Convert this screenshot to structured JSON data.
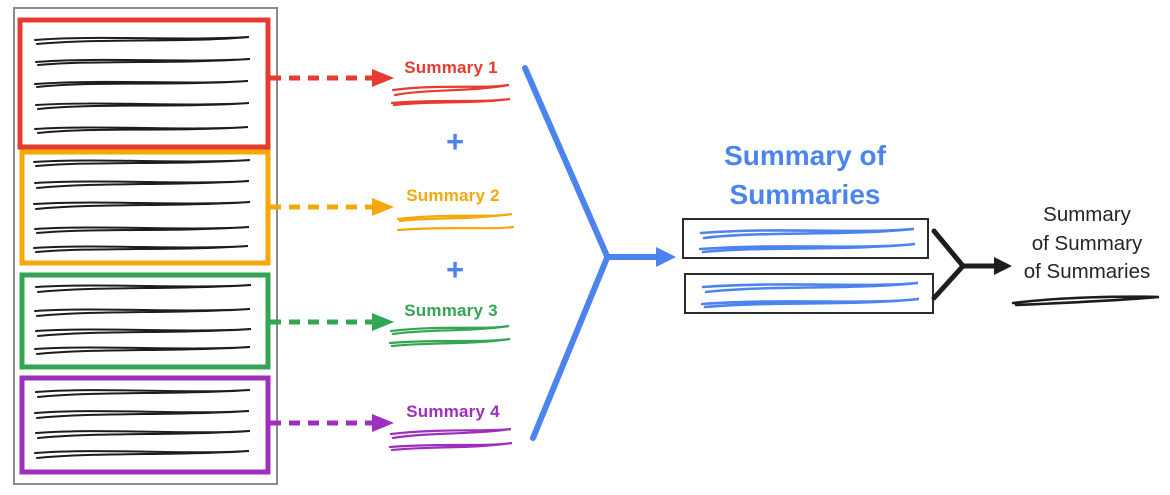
{
  "colors": {
    "red": "#e63b2e",
    "orange": "#f6a70b",
    "green": "#33a555",
    "purple": "#9d2fbc",
    "blue": "#4b84ee",
    "ink": "#1d1d1d",
    "outer_box_gray": "#8a8a8a",
    "box_border": "#2b2b2b"
  },
  "summaries": [
    {
      "label": "Summary 1"
    },
    {
      "label": "Summary 2"
    },
    {
      "label": "Summary 3"
    },
    {
      "label": "Summary 4"
    }
  ],
  "plus": "+",
  "intermediate": {
    "title": "Summary of Summaries"
  },
  "final": {
    "lines": [
      "Summary",
      "of Summary",
      "of Summaries"
    ]
  }
}
